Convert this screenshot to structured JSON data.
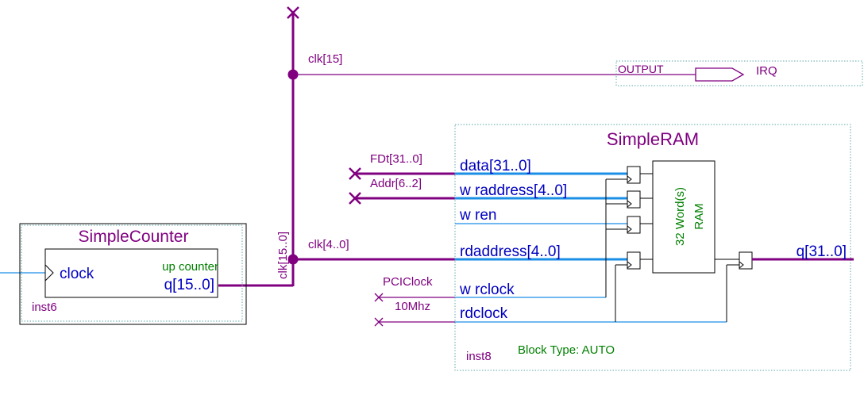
{
  "colors": {
    "bus": "#800080",
    "port_wire": "#1b8fe6",
    "signal": "#800080",
    "port_label": "#0000c0",
    "instance_label": "#800080",
    "info_text": "#008000",
    "boundary": "#5fa7a7"
  },
  "top_signal": {
    "net": "clk[15]",
    "port_type": "OUTPUT",
    "pin_name": "IRQ"
  },
  "bus_labels": {
    "counter_bus": "clk[15..0]",
    "rd_address_bus": "clk[4..0]"
  },
  "simple_counter": {
    "title": "SimpleCounter",
    "instance": "inst6",
    "port_clock": "clock",
    "port_q": "q[15..0]",
    "function": "up counter"
  },
  "simple_ram": {
    "title": "SimpleRAM",
    "instance": "inst8",
    "block_type": "Block Type: AUTO",
    "core_label_line1": "32 Word(s)",
    "core_label_line2": "RAM",
    "ports": {
      "data": "data[31..0]",
      "wraddress": "w raddress[4..0]",
      "wren": "w ren",
      "rdaddress": "rdaddress[4..0]",
      "wrclock": "w rclock",
      "rdclock": "rdclock",
      "q": "q[31..0]"
    }
  },
  "net_labels": {
    "data": "FDt[31..0]",
    "address": "Addr[6..2]",
    "wrclock": "PCIClock",
    "rdclock": "10Mhz"
  }
}
